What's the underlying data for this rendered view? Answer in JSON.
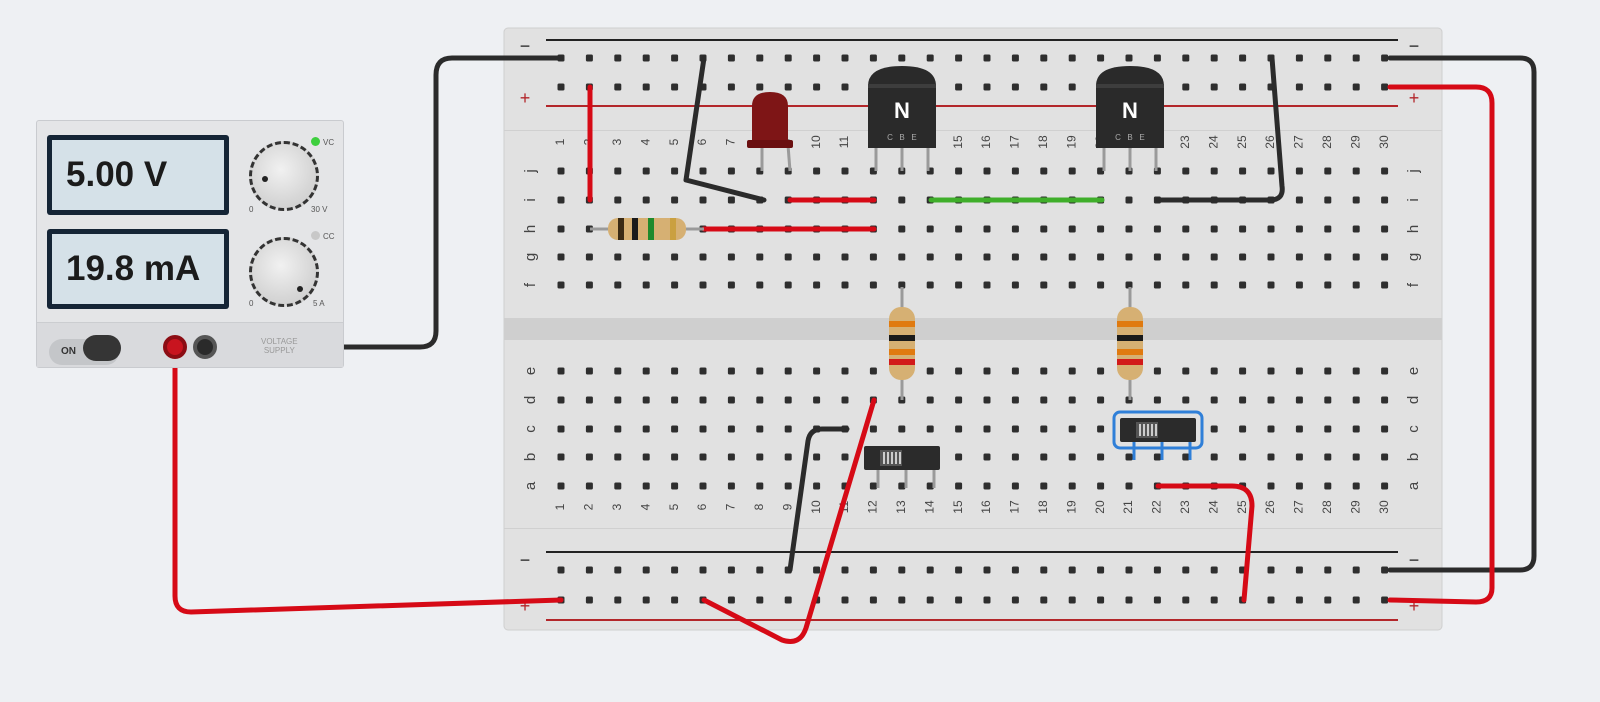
{
  "power_supply": {
    "voltage_display": "5.00 V",
    "current_display": "19.8 mA",
    "voltage_knob_min": "0",
    "voltage_knob_max": "30 V",
    "current_knob_min": "0",
    "current_knob_max": "5 A",
    "vc_indicator": "VC",
    "cc_indicator": "CC",
    "power_switch_label": "ON",
    "brand_label_line1": "VOLTAGE",
    "brand_label_line2": "SUPPLY",
    "vc_led_color": "#3ecf3e",
    "cc_led_color": "#c8c8c8"
  },
  "breadboard": {
    "columns": [
      "1",
      "2",
      "3",
      "4",
      "5",
      "6",
      "7",
      "8",
      "9",
      "10",
      "11",
      "12",
      "13",
      "14",
      "15",
      "16",
      "17",
      "18",
      "19",
      "20",
      "21",
      "22",
      "23",
      "24",
      "25",
      "26",
      "27",
      "28",
      "29",
      "30"
    ],
    "top_rows": [
      "j",
      "i",
      "h",
      "g",
      "f"
    ],
    "bottom_rows": [
      "e",
      "d",
      "c",
      "b",
      "a"
    ],
    "rail_minus": "−",
    "rail_plus": "+",
    "rail_red_color": "#b3262a",
    "rail_black_color": "#222222"
  },
  "transistors": [
    {
      "label": "N",
      "pins": [
        "C",
        "B",
        "E"
      ]
    },
    {
      "label": "N",
      "pins": [
        "C",
        "B",
        "E"
      ]
    }
  ],
  "colors": {
    "wire_red": "#d60a16",
    "wire_black": "#2b2b2b",
    "wire_green": "#3fae2a",
    "led_red": "#7e1516",
    "switch_highlight": "#2f7fd8",
    "board": "#e1e1e1"
  }
}
